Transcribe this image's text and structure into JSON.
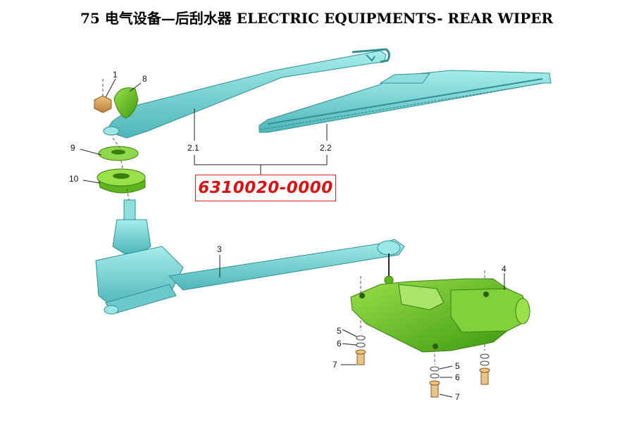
{
  "title": "75  电气设备—后刮水器  ELECTRIC EQUIPMENTS- REAR WIPER",
  "part_number": "6310020-0000",
  "callouts": {
    "c1": "1",
    "c8": "8",
    "c9": "9",
    "c10": "10",
    "c2_1": "2.1",
    "c2_2": "2.2",
    "c3": "3",
    "c4": "4",
    "c5a": "5",
    "c6a": "6",
    "c7a": "7",
    "c5b": "5",
    "c6b": "6",
    "c7b": "7"
  },
  "colors": {
    "cyan_part": "#7fd6d6",
    "green_part": "#66cc22",
    "nut": "#d9a55a",
    "accent_red": "#dd1111"
  }
}
